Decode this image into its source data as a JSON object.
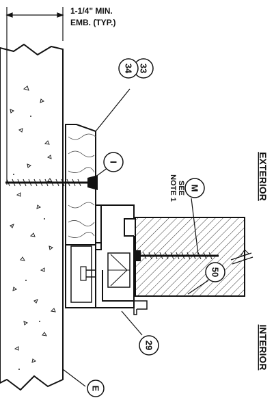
{
  "dimension": {
    "line1": "1-1/4\" MIN.",
    "line2": "EMB. (TYP.)"
  },
  "side_labels": {
    "exterior": "EXTERIOR",
    "interior": "INTERIOR"
  },
  "note": {
    "line1": "SEE",
    "line2": "NOTE 1"
  },
  "callouts": {
    "c33": "33",
    "c34": "34",
    "cI": "I",
    "cM": "M",
    "c50": "50",
    "c29": "29",
    "cE": "E"
  }
}
